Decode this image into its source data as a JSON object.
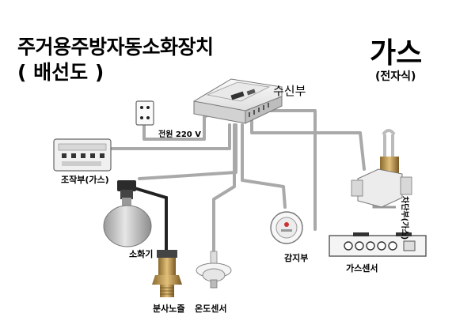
{
  "title": {
    "line1": "주거용주방자동소화장치",
    "line2": "( 배선도 )"
  },
  "gas_badge": {
    "main": "가스",
    "sub": "(전자식)"
  },
  "components": {
    "receiver": "수신부",
    "power": "전원 220 V",
    "control_panel": "조작부(가스)",
    "extinguisher": "소화기",
    "detector": "감지부",
    "nozzle": "분사노즐",
    "temp_sensor": "온도센서",
    "gas_sensor": "가스센서",
    "gas_valve": "차단부(가스)"
  },
  "colors": {
    "wire": "#a9a9a9",
    "device_body": "#f2f2f2",
    "device_edge": "#8a8a8a",
    "brass": "#c49a52",
    "dark": "#2b2b2b",
    "tank": "#bdbdbd"
  }
}
